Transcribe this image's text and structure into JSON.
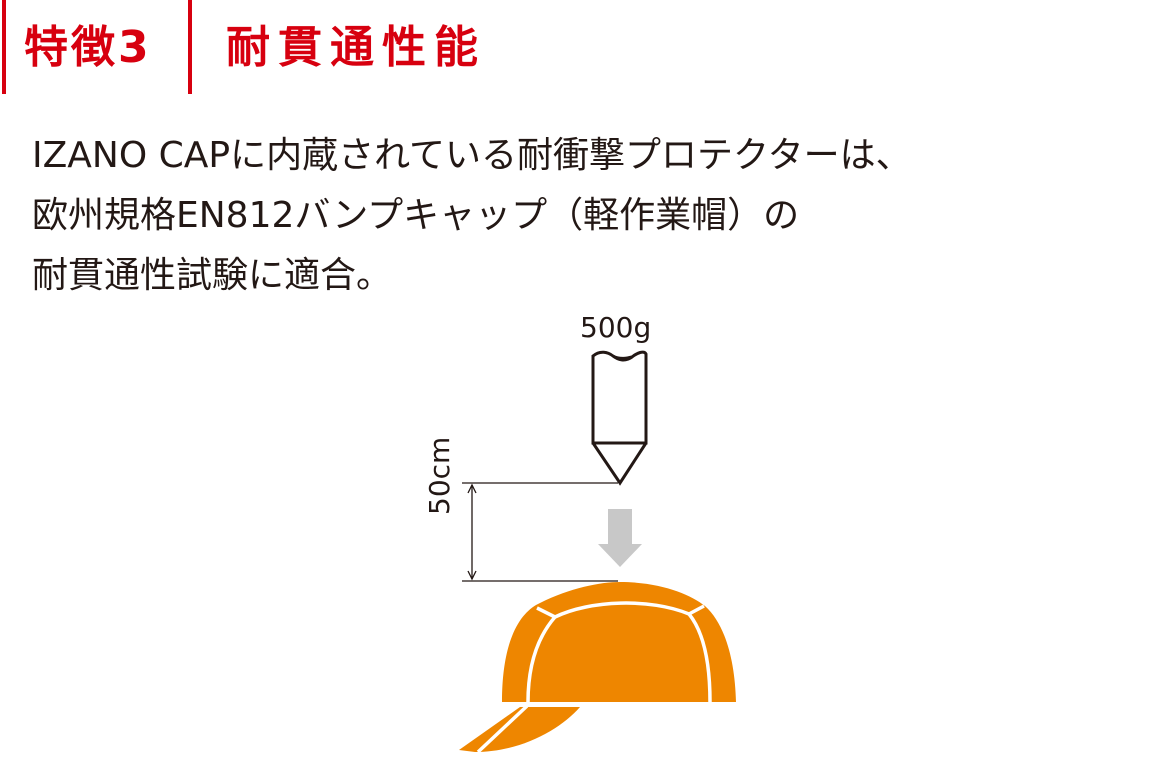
{
  "header": {
    "feature_label": "特徴3",
    "feature_title": "耐貫通性能",
    "accent_color": "#d7000f"
  },
  "description": {
    "lines": [
      "IZANO CAPに内蔵されている耐衝撃プロテクターは、",
      "欧州規格EN812バンプキャップ（軽作業帽）の",
      "耐貫通性試験に適合。"
    ]
  },
  "diagram": {
    "weight_label": "500g",
    "height_label": "50cm",
    "striker_icon": "pointed-striker-icon",
    "arrow_icon": "down-arrow-icon",
    "cap_icon": "bump-cap-icon",
    "cap_color": "#ee8600",
    "arrow_color": "#c8c8c8"
  }
}
